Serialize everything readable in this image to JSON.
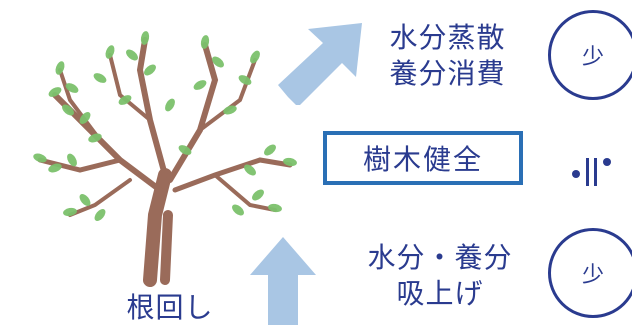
{
  "top_right": {
    "line1": "水分蒸散",
    "line2": "養分消費",
    "badge": "少"
  },
  "middle": {
    "label": "樹木健全"
  },
  "bottom_right": {
    "line1": "水分・養分",
    "line2": "吸上げ",
    "badge": "少"
  },
  "bottom_left": {
    "label": "根回し"
  },
  "colors": {
    "text": "#2a3b8f",
    "box_border": "#2a6fb5",
    "arrow": "#a9c6e4",
    "trunk": "#9a6b5a",
    "leaf": "#7cc16c"
  },
  "icons": {
    "tree": "tree-illustration",
    "equal": "equivalence-icon"
  }
}
